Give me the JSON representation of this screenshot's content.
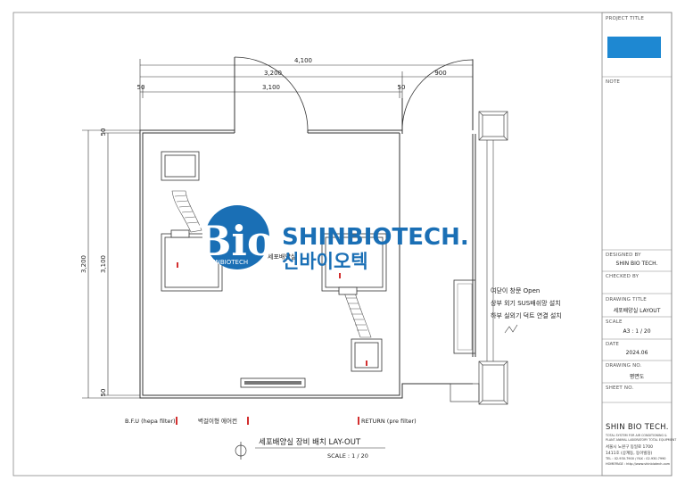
{
  "dimensions": {
    "overall_width": "4,100",
    "inner_span": "3,200",
    "inner_clear": "3,100",
    "wall_left": "50",
    "wall_right": "50",
    "door_width": "900",
    "height_outer": "3,200",
    "height_inner": "3,100",
    "height_top": "50",
    "height_bottom": "50"
  },
  "plan": {
    "room_label": "세포배양실",
    "notes": [
      "여닫이 창문 Open",
      "상부 외기 SUS배쉬망 설치",
      "하부 실외기 덕트 연결 설치"
    ]
  },
  "logo": {
    "mark": "Bio",
    "mark_sub": "SHINBIOTECH",
    "name_en": "SHINBIOTECH.",
    "name_ko": "신바이오텍",
    "color": "#1a6fb5"
  },
  "legend": {
    "items": [
      {
        "label": "B.F.U (hepa filter)",
        "color": "#d32f2f"
      },
      {
        "label": "벽걸이형 에어컨",
        "color": "#d32f2f"
      },
      {
        "label": "RETURN (pre filter)",
        "color": "#d32f2f"
      }
    ]
  },
  "drawing_caption": {
    "title": "세포배양실 장비 배치 LAY-OUT",
    "scale": "SCALE : 1 / 20"
  },
  "title_block": {
    "project_title_label": "PROJECT TITLE",
    "project_color": "#1e88d2",
    "note_label": "NOTE",
    "designed_by_label": "DESIGNED BY",
    "designed_by": "SHIN BIO TECH.",
    "checked_by_label": "CHECKED BY",
    "drawing_title_label": "DRAWING TITLE",
    "drawing_title": "세포배양실 LAYOUT",
    "scale_label": "SCALE",
    "scale": "A3 : 1 / 20",
    "date_label": "DATE",
    "date": "2024.06",
    "drawing_no_label": "DRAWING NO.",
    "drawing_no": "평면도",
    "sheet_no_label": "SHEET NO.",
    "company": "SHIN BIO TECH.",
    "company_line1": "TOTAL SYSTEM FOR AIR CONDITIONING &",
    "company_line2": "PLANT ANIMAL LABORATORY TOTAL EQUIPMENT",
    "address1": "서울시 노원구 동일로 1700",
    "address2": "1411호 (상계동, 동아빌딩)",
    "contact1": "TEL : 02.930.7900 / FAX : 02.930.7990",
    "contact2": "HOMEPAGE : http://www.shinbiotech.com"
  }
}
